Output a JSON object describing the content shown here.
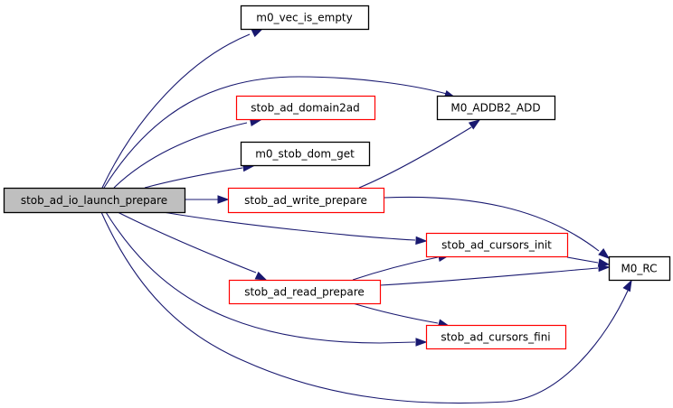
{
  "graph": {
    "type": "call-graph",
    "colors": {
      "edge": "#191970",
      "root_fill": "#bfbfbf",
      "root_border": "#000000",
      "documented_border": "#000000",
      "undocumented_border": "#ff0000"
    },
    "nodes": [
      {
        "id": "root",
        "label": "stob_ad_io_launch_prepare",
        "style": "root"
      },
      {
        "id": "vec_is_empty",
        "label": "m0_vec_is_empty",
        "style": "black"
      },
      {
        "id": "addb2_add",
        "label": "M0_ADDB2_ADD",
        "style": "black"
      },
      {
        "id": "domain2ad",
        "label": "stob_ad_domain2ad",
        "style": "red"
      },
      {
        "id": "dom_get",
        "label": "m0_stob_dom_get",
        "style": "black"
      },
      {
        "id": "write_prepare",
        "label": "stob_ad_write_prepare",
        "style": "red"
      },
      {
        "id": "cursors_init",
        "label": "stob_ad_cursors_init",
        "style": "red"
      },
      {
        "id": "rc",
        "label": "M0_RC",
        "style": "black"
      },
      {
        "id": "read_prepare",
        "label": "stob_ad_read_prepare",
        "style": "red"
      },
      {
        "id": "cursors_fini",
        "label": "stob_ad_cursors_fini",
        "style": "red"
      }
    ],
    "edges": [
      {
        "from": "root",
        "to": "vec_is_empty"
      },
      {
        "from": "root",
        "to": "addb2_add"
      },
      {
        "from": "root",
        "to": "domain2ad"
      },
      {
        "from": "root",
        "to": "dom_get"
      },
      {
        "from": "root",
        "to": "write_prepare"
      },
      {
        "from": "root",
        "to": "cursors_init"
      },
      {
        "from": "root",
        "to": "read_prepare"
      },
      {
        "from": "root",
        "to": "cursors_fini"
      },
      {
        "from": "root",
        "to": "rc"
      },
      {
        "from": "write_prepare",
        "to": "addb2_add"
      },
      {
        "from": "write_prepare",
        "to": "rc"
      },
      {
        "from": "cursors_init",
        "to": "rc"
      },
      {
        "from": "read_prepare",
        "to": "cursors_init"
      },
      {
        "from": "read_prepare",
        "to": "rc"
      },
      {
        "from": "read_prepare",
        "to": "cursors_fini"
      }
    ]
  }
}
